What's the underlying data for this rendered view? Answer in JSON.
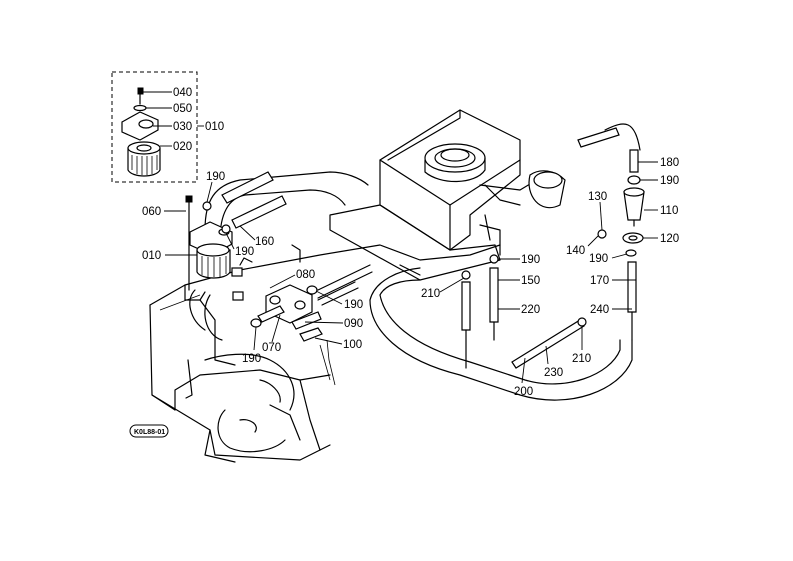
{
  "labels": {
    "p040": "040",
    "p050": "050",
    "p030": "030",
    "p010_box": "010",
    "p020": "020",
    "p190_a": "190",
    "p060": "060",
    "p160": "160",
    "p190_b": "190",
    "p010": "010",
    "p080": "080",
    "p190_c": "190",
    "p090": "090",
    "p070": "070",
    "p100": "100",
    "p190_d": "190",
    "p210_a": "210",
    "p190_e": "190",
    "p150": "150",
    "p220": "220",
    "p200": "200",
    "p230": "230",
    "p210_b": "210",
    "p240": "240",
    "p180": "180",
    "p190_f": "190",
    "p110": "110",
    "p130": "130",
    "p120": "120",
    "p140": "140",
    "p190_g": "190",
    "p170": "170"
  },
  "stamp": "K0L88-01"
}
